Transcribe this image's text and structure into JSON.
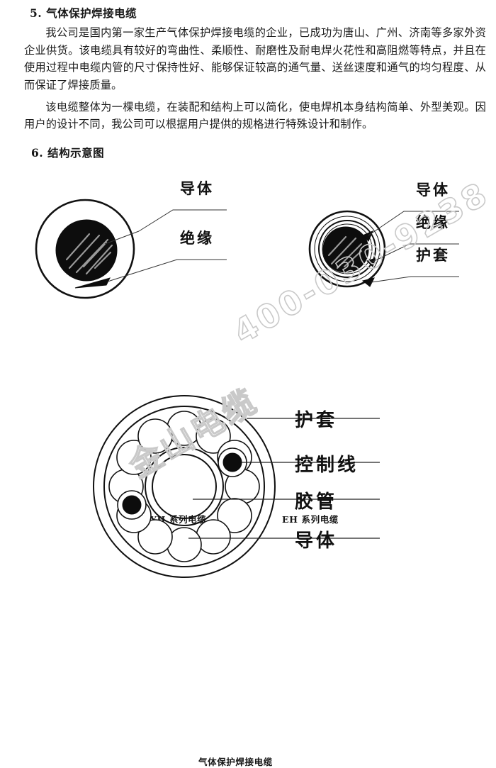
{
  "document": {
    "section_5": {
      "number": "5.",
      "title": "气体保护焊接电缆",
      "paragraph_1": "我公司是国内第一家生产气体保护焊接电缆的企业，已成功为唐山、广州、济南等多家外资企业供货。该电缆具有较好的弯曲性、柔顺性、耐磨性及耐电焊火花性和高阻燃等特点，并且在使用过程中电缆内管的尺寸保持性好、能够保证较高的通气量、送丝速度和通气的均匀程度、从而保证了焊接质量。",
      "paragraph_2": "该电缆整体为一棵电缆，在装配和结构上可以简化，使电焊机本身结构简单、外型美观。因用户的设计不同，我公司可以根据用户提供的规格进行特殊设计和制作。"
    },
    "section_6": {
      "number": "6.",
      "title": "结构示意图"
    }
  },
  "watermark": {
    "company": "金山电缆",
    "phone": "400-030-9238",
    "color": "#c9c9c9"
  },
  "figures": {
    "yh_cable": {
      "caption": "YH 系列电缆",
      "labels": {
        "conductor": "导体",
        "insulation": "绝缘"
      }
    },
    "eh_cable": {
      "caption": "EH 系列电缆",
      "labels": {
        "conductor": "导体",
        "insulation": "绝缘",
        "sheath": "护套"
      }
    },
    "gas_shielded_cable": {
      "caption": "气体保护焊接电缆",
      "labels": {
        "sheath": "护套",
        "control_wire": "控制线",
        "hose": "胶管",
        "conductor": "导体"
      },
      "conductor_count": 12,
      "control_wire_count": 2
    }
  },
  "colors": {
    "ink": "#111111",
    "core_black": "#0d0d0d",
    "hatch_gray": "#9a9a9a",
    "page_background": "#ffffff"
  }
}
